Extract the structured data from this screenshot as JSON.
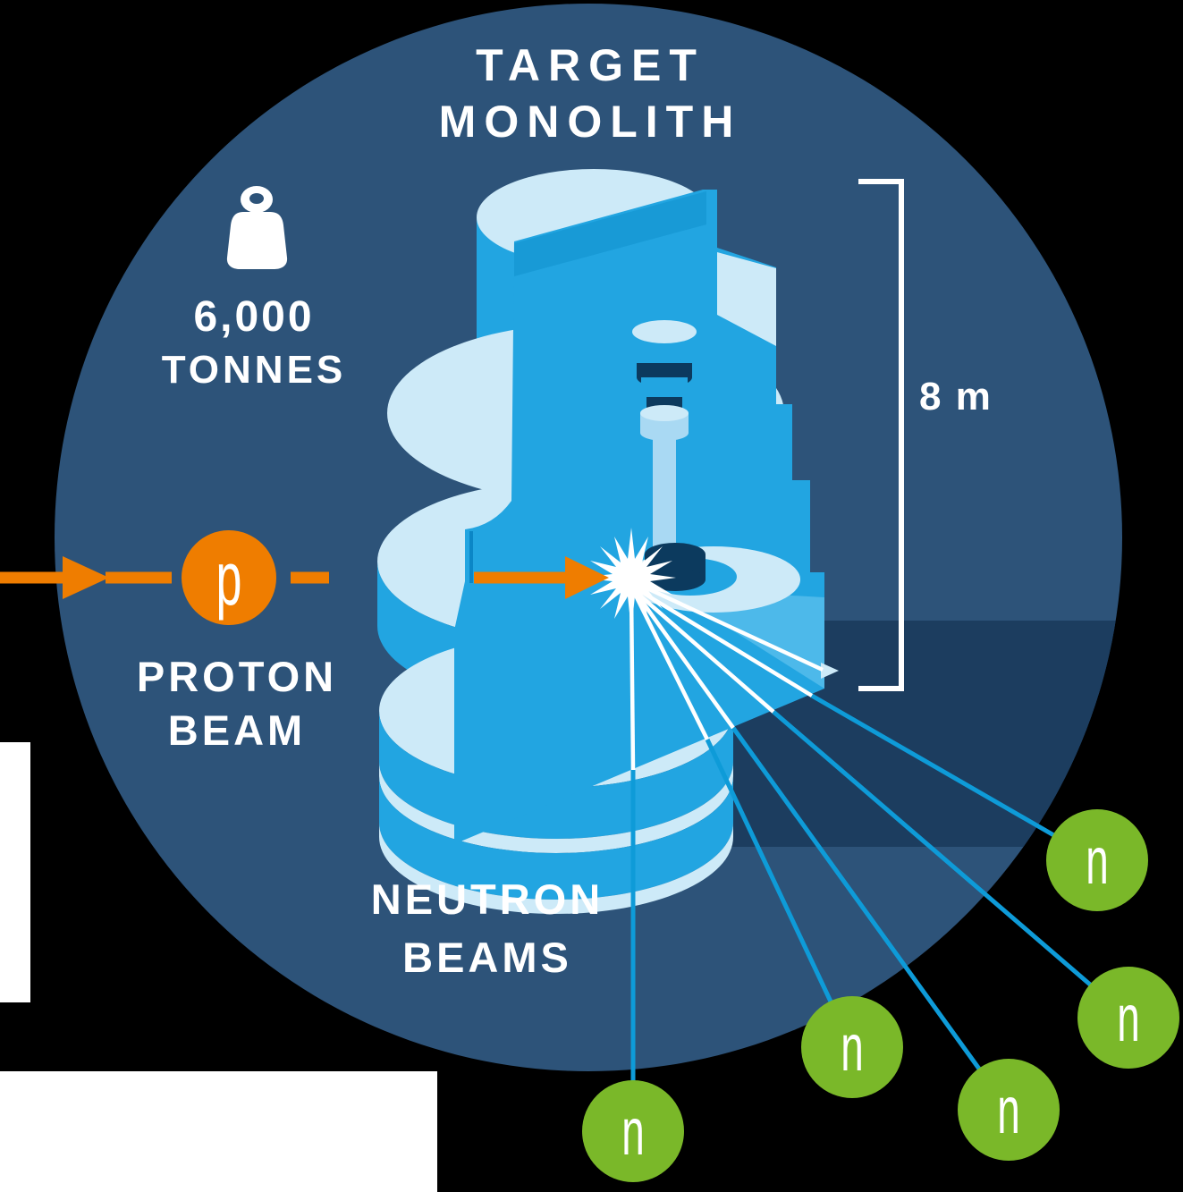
{
  "diagram": {
    "title": {
      "line1": "TARGET",
      "line2": "MONOLITH"
    },
    "weight": {
      "value": "6,000",
      "unit": "TONNES"
    },
    "proton": {
      "symbol": "p",
      "label_line1": "PROTON",
      "label_line2": "BEAM"
    },
    "neutron": {
      "symbol": "n",
      "label_line1": "NEUTRON",
      "label_line2": "BEAMS"
    },
    "dimension": {
      "monolith_height": "8 m"
    },
    "colors": {
      "background_circle": "#2d5379",
      "floor_shadow": "#1c3d5f",
      "monolith_face": "#22a5e1",
      "monolith_face_shaded": "#189ad6",
      "monolith_floor_light": "#4db9ea",
      "monolith_top": "#cdeaf8",
      "shaft_light": "#a9d9f3",
      "dark_navy_part": "#0c3a5e",
      "proton_orange": "#ef7d00",
      "neutron_green": "#7ab829",
      "beam_line_blue": "#0e9bd8",
      "white": "#ffffff"
    }
  }
}
